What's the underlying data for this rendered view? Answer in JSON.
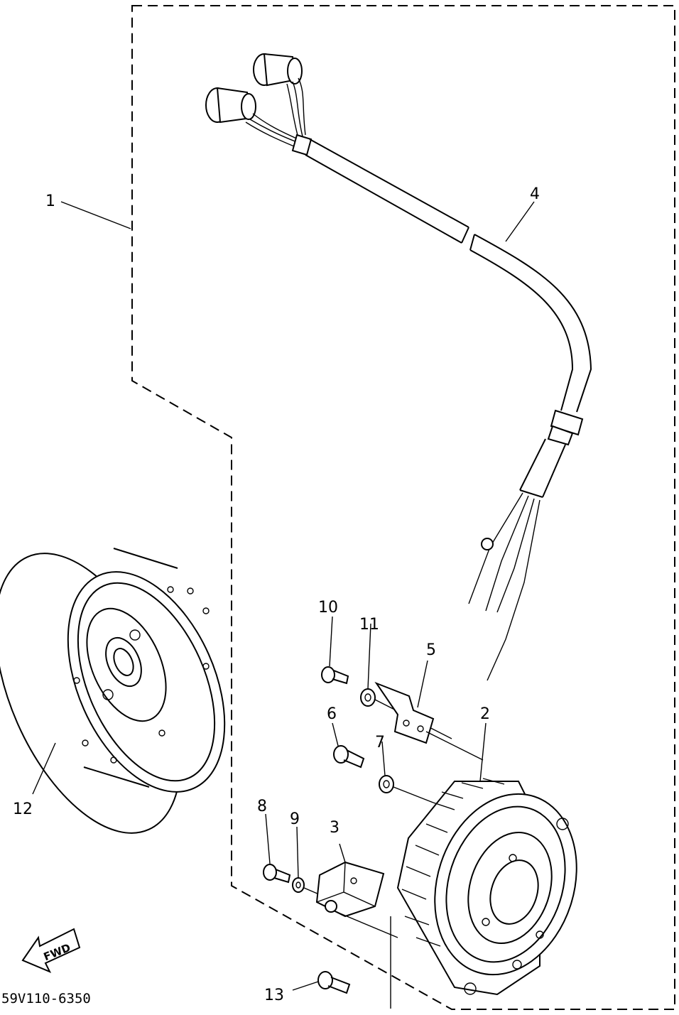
{
  "diagram": {
    "callouts": [
      "1",
      "2",
      "3",
      "4",
      "5",
      "6",
      "7",
      "8",
      "9",
      "10",
      "11",
      "12",
      "13"
    ],
    "fwd_label": "FWD",
    "drawing_code": "59V110-6350"
  }
}
